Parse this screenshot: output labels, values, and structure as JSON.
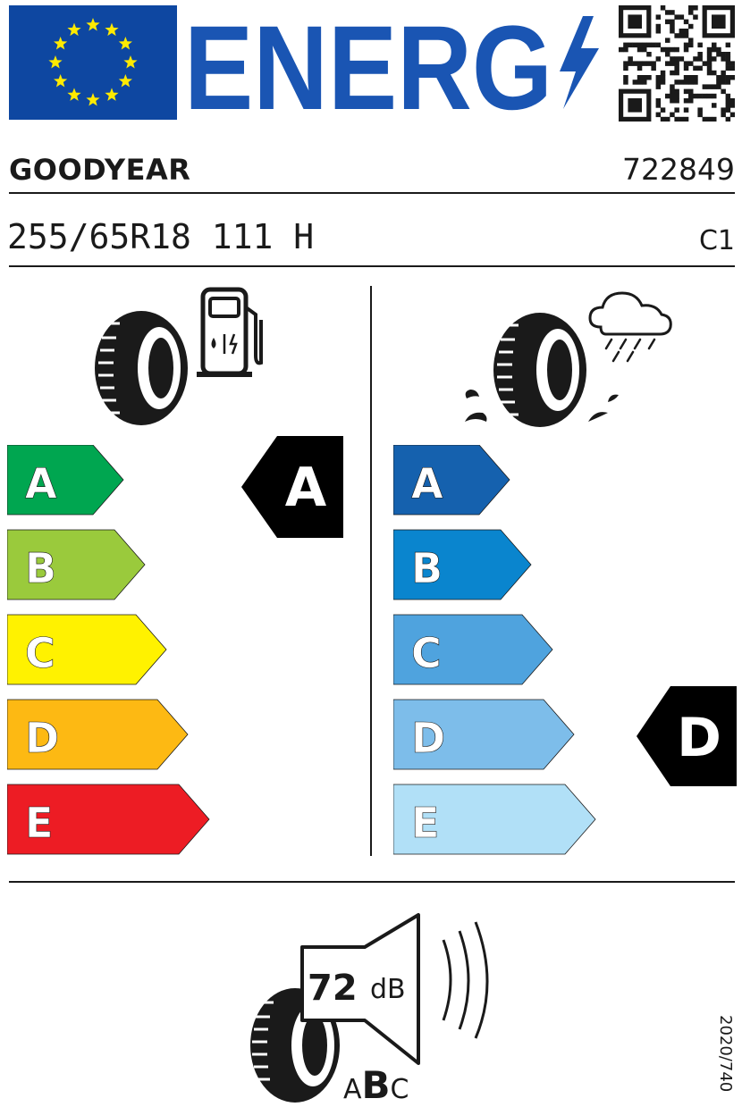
{
  "header": {
    "title": "ENERG",
    "eu_flag": {
      "icon": "eu-flag-icon",
      "blue": "#0E47A1",
      "star": "#FFEA00"
    },
    "title_color": "#1A55B3",
    "bolt_icon": "lightning-bolt-icon",
    "qr_icon": "qr-code-icon"
  },
  "supplier": {
    "brand": "GOODYEAR",
    "type_id": "722849"
  },
  "tyre": {
    "size": "255/65R18 111 H",
    "class": "C1"
  },
  "fuel_efficiency": {
    "icon": "tyre-fuel-pump-icon",
    "scale": [
      {
        "letter": "A",
        "color": "#00A650"
      },
      {
        "letter": "B",
        "color": "#9ACA3C"
      },
      {
        "letter": "C",
        "color": "#FFF200"
      },
      {
        "letter": "D",
        "color": "#FDB913"
      },
      {
        "letter": "E",
        "color": "#ED1C24"
      }
    ],
    "rating": "A"
  },
  "wet_grip": {
    "icon": "tyre-rain-cloud-icon",
    "scale": [
      {
        "letter": "A",
        "color": "#1561AE"
      },
      {
        "letter": "B",
        "color": "#0A85CE"
      },
      {
        "letter": "C",
        "color": "#4FA3DE"
      },
      {
        "letter": "D",
        "color": "#7DBDEA"
      },
      {
        "letter": "E",
        "color": "#B1E0F7"
      }
    ],
    "rating": "D"
  },
  "noise": {
    "icon": "tyre-speaker-icon",
    "value": "72",
    "unit": "dB",
    "classes": [
      "A",
      "B",
      "C"
    ],
    "active_class": "B"
  },
  "regulation": "2020/740"
}
